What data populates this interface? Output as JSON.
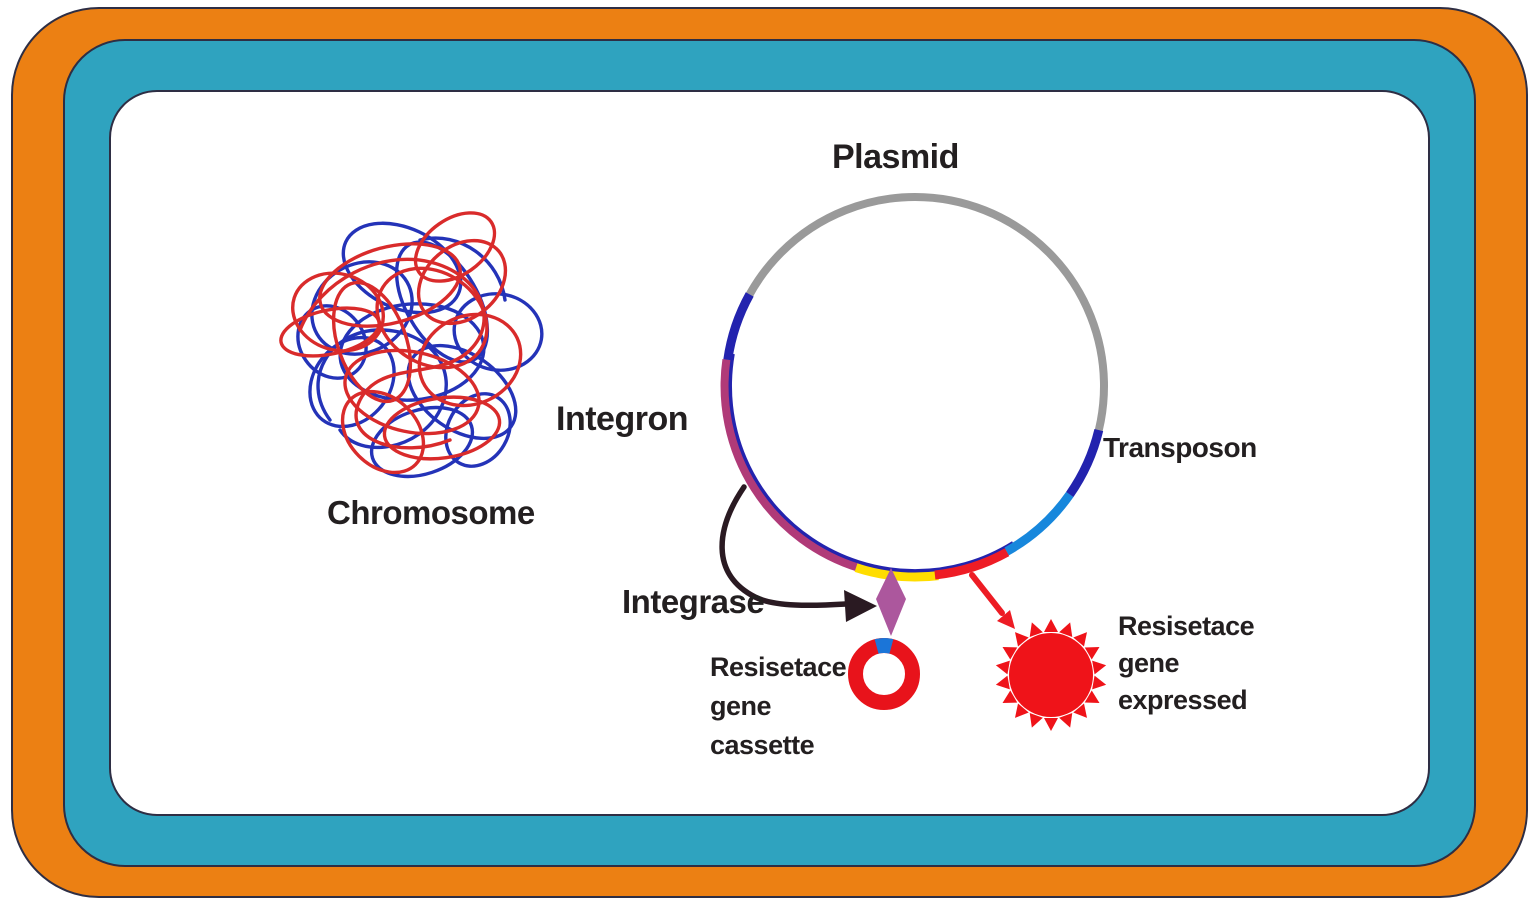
{
  "labels": {
    "plasmid": "Plasmid",
    "chromosome": "Chromosome",
    "integron": "Integron",
    "transposon": "Transposon",
    "integrase": "Integrase",
    "cassette_lines": [
      "Resisetace",
      "gene",
      "cassette"
    ],
    "expressed_lines": [
      "Resisetace",
      "gene",
      "expressed"
    ]
  },
  "colors": {
    "frame_outer_orange": "#EC8013",
    "frame_middle_teal": "#2FA3BF",
    "frame_outline": "#2E2E44",
    "panel_background": "#FFFFFF",
    "plasmid_backbone_gray": "#9A9A9A",
    "integron_magenta": "#B03A78",
    "integron_inner_blue": "#2323AE",
    "transposon_dark_blue": "#2323AE",
    "transposon_light_blue": "#1787DC",
    "resistance_gene_red": "#EE1C25",
    "cassette_attachment_yellow": "#FFDD00",
    "integrase_diamond_purple": "#AC579D",
    "cassette_ring_red": "#E8131B",
    "cassette_ring_blue": "#1B75D8",
    "expressed_sun_red": "#EF1319",
    "chromosome_red": "#D92B2B",
    "chromosome_blue": "#2433B8",
    "integrase_arrow_black": "#2A1A22",
    "expression_arrow_red": "#ED1C24",
    "label_text": "#231F20"
  }
}
